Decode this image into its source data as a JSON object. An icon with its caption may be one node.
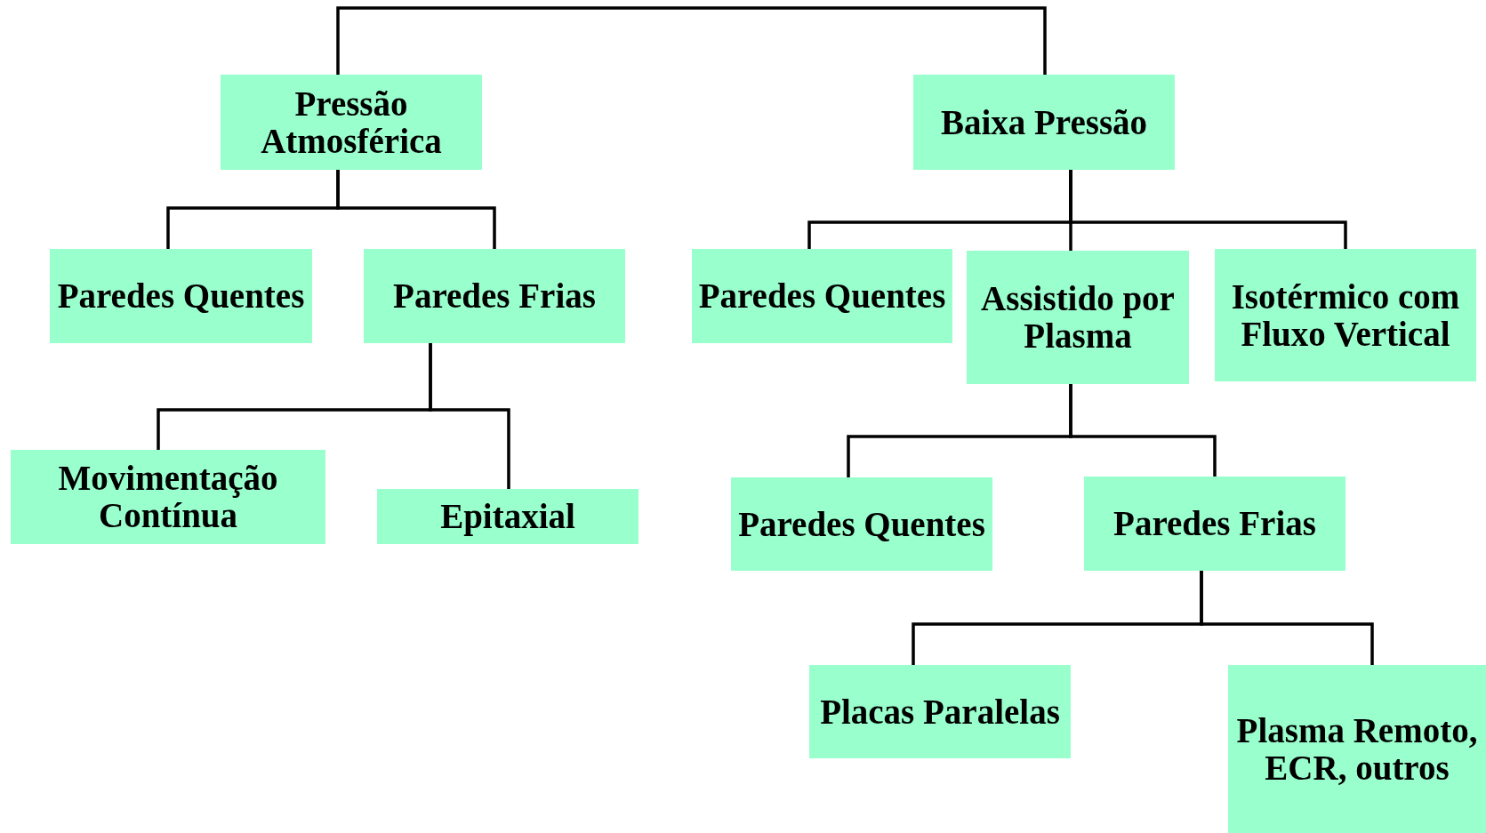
{
  "diagram": {
    "nodes": [
      {
        "text": [
          "Pressão Atmosférica"
        ]
      },
      {
        "text": [
          "Baixa Pressão"
        ]
      },
      {
        "text": [
          "Paredes Quentes"
        ]
      },
      {
        "text": [
          "Paredes Frias"
        ]
      },
      {
        "text": [
          "Paredes Quentes"
        ]
      },
      {
        "text": [
          "Assistido por Plasma"
        ]
      },
      {
        "text": [
          "Isotérmico com Fluxo Vertical"
        ]
      },
      {
        "text": [
          "Movimentação Contínua"
        ]
      },
      {
        "text": [
          "Epitaxial"
        ]
      },
      {
        "text": [
          "Paredes Quentes"
        ]
      },
      {
        "text": [
          "Paredes Frias"
        ]
      },
      {
        "text": [
          "Placas Paralelas"
        ]
      },
      {
        "text": [
          "Plasma Remoto, ECR, outros"
        ]
      }
    ],
    "edges": [
      {
        "from": 0,
        "to": 1,
        "arrow": "none"
      },
      {
        "from": 0,
        "to": 2,
        "arrow": "none"
      },
      {
        "from": 0,
        "to": 3,
        "arrow": "none"
      },
      {
        "from": 1,
        "to": 4,
        "arrow": "none"
      },
      {
        "from": 1,
        "to": 5,
        "arrow": "none"
      },
      {
        "from": 1,
        "to": 6,
        "arrow": "none"
      },
      {
        "from": 3,
        "to": 7,
        "arrow": "none"
      },
      {
        "from": 3,
        "to": 8,
        "arrow": "none"
      },
      {
        "from": 5,
        "to": 9,
        "arrow": "none"
      },
      {
        "from": 5,
        "to": 10,
        "arrow": "none"
      },
      {
        "from": 10,
        "to": 11,
        "arrow": "none"
      },
      {
        "from": 10,
        "to": 12,
        "arrow": "none"
      }
    ]
  }
}
